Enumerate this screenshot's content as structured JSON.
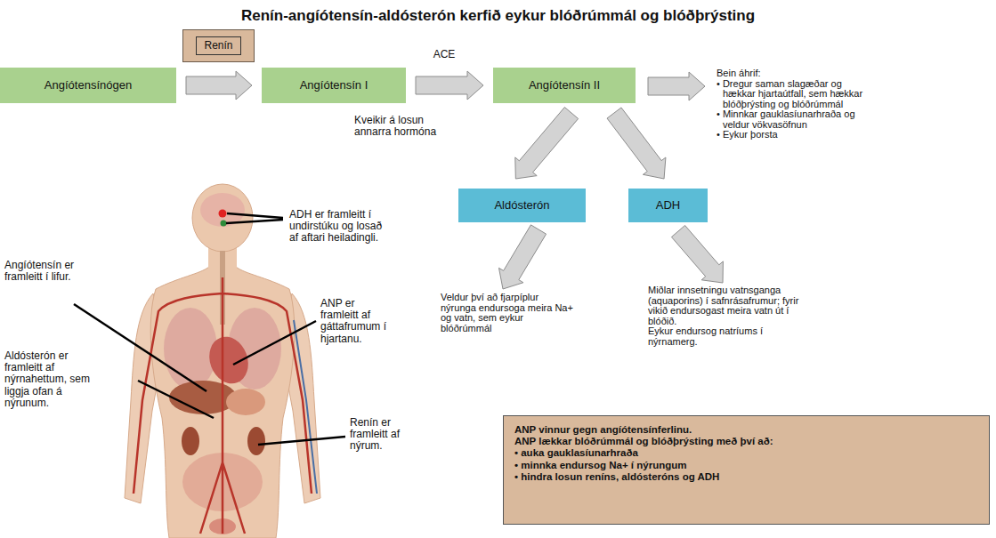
{
  "diagram": {
    "title": "Renín-angíótensín-aldósterón kerfið eykur blóðrúmmál og blóðþrýsting",
    "nodes": [
      {
        "text": [
          "Renín"
        ]
      },
      {
        "text": [
          "Angíótensínógen"
        ]
      },
      {
        "text": [
          "Angíótensín I"
        ]
      },
      {
        "text": [
          "Angíótensín II"
        ]
      },
      {
        "text": [
          "Aldósterón"
        ]
      },
      {
        "text": [
          "ADH"
        ]
      },
      {
        "text": [
          "ANP vinnur gegn angíótensínferlinu.",
          "ANP lækkar blóðrúmmál og blóðþrýsting með því að:",
          "• auka gauklasíunarhraða",
          "• minnka endursog Na+ í nýrungum",
          "• hindra losun reníns, aldósteróns og ADH"
        ]
      }
    ],
    "edges": [
      {
        "from": 1,
        "to": 2,
        "arrow": "to"
      },
      {
        "from": 2,
        "to": 3,
        "label": "ACE",
        "arrow": "to"
      },
      {
        "from": 3,
        "to": 4,
        "arrow": "to"
      },
      {
        "from": 3,
        "to": 5,
        "arrow": "to"
      }
    ],
    "labels": [
      "Bein áhrif:",
      "• Dregur saman slagæðar og hækkar hjartaútfall, sem hækkar blóðþrýsting og blóðrúmmál",
      "• Minnkar gauklasíunarhraða og veldur vökvasöfnun",
      "• Eykur þorsta",
      "Kveikir á losun annarra hormóna",
      "ADH er framleitt í undirstúku og losað af aftari heiladingli.",
      "Angíótensín er framleitt í lifur.",
      "ANP er framleitt af gáttafrumum í hjartanu.",
      "Aldósterón er framleitt af nýrnahettum, sem liggja ofan á nýrunum.",
      "Renín er framleitt af nýrum.",
      "Veldur því að fjarpíplur nýrunga endursoga meira Na+ og vatn, sem eykur blóðrúmmál",
      "Miðlar innsetningu vatnsganga (aquaporins) í safnrásafrumur; fyrir vikið endursogast meira vatn út í blóðið.",
      "Eykur endursog natríums í nýrnamerg."
    ]
  }
}
